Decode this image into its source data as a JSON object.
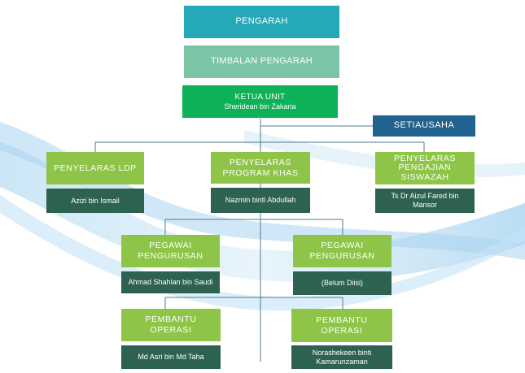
{
  "colors": {
    "director": "#25a9b8",
    "deputy": "#7cc4a6",
    "unit_head": "#0db158",
    "secretary": "#22628e",
    "role": "#8ec548",
    "name": "#2d6150",
    "connector": "#4f7d93"
  },
  "org": {
    "director": {
      "title": "PENGARAH"
    },
    "deputy": {
      "title": "TIMBALAN PENGARAH"
    },
    "unit_head": {
      "title": "KETUA UNIT",
      "name": "Sheridean bin Zakaria"
    },
    "secretary": {
      "title": "SETIAUSAHA"
    },
    "coordinators": [
      {
        "title_lines": [
          "PENYELARAS LDP"
        ],
        "name_lines": [
          "Azizi bin Ismail"
        ]
      },
      {
        "title_lines": [
          "PENYELARAS",
          "PROGRAM KHAS"
        ],
        "name_lines": [
          "Nazmin binti Abdullah"
        ]
      },
      {
        "title_lines": [
          "PENYELARAS",
          "PENGAJIAN",
          "SISWAZAH"
        ],
        "name_lines": [
          "Ts Dr Aizul Fared bin",
          "Mansor"
        ]
      }
    ],
    "officers": [
      {
        "title_lines": [
          "PEGAWAI",
          "PENGURUSAN"
        ],
        "name_lines": [
          "Ahmad Shahlan bin Saudi"
        ]
      },
      {
        "title_lines": [
          "PEGAWAI",
          "PENGURUSAN"
        ],
        "name_lines": [
          "(Belum Diisi)"
        ]
      }
    ],
    "assistants": [
      {
        "title_lines": [
          "PEMBANTU",
          "OPERASI"
        ],
        "name_lines": [
          "Md Asri bin Md Taha"
        ]
      },
      {
        "title_lines": [
          "PEMBANTU",
          "OPERASI"
        ],
        "name_lines": [
          "Norashekeen binti",
          "Kamarunzaman"
        ]
      }
    ]
  }
}
